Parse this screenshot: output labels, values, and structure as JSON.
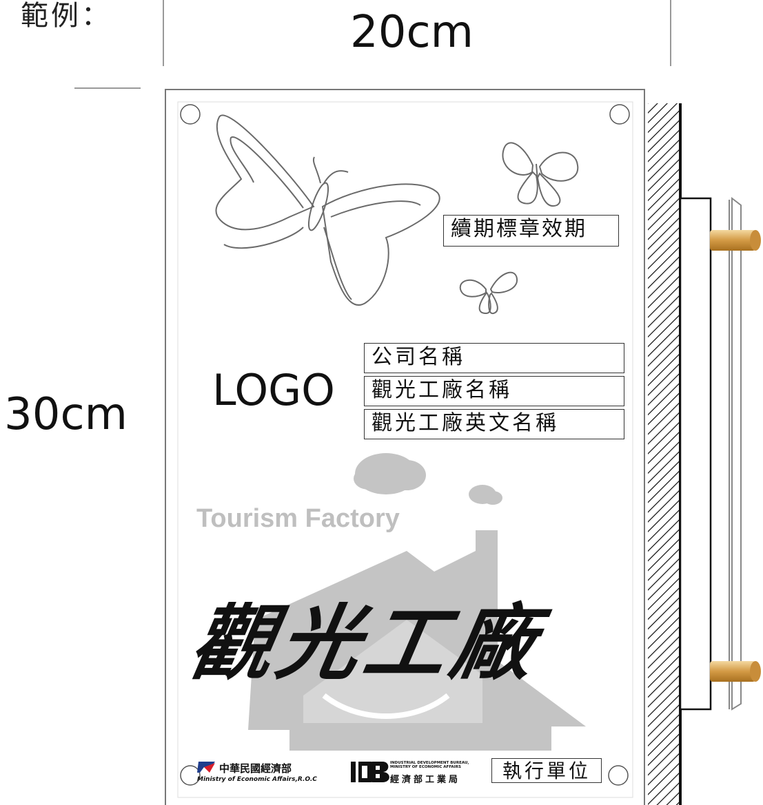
{
  "caption": "範例：",
  "dimensions": {
    "width": "20cm",
    "height": "30cm"
  },
  "plaque": {
    "validity_label": "續期標章效期",
    "logo_label": "LOGO",
    "name_labels": [
      "公司名稱",
      "觀光工廠名稱",
      "觀光工廠英文名稱"
    ],
    "tourism_factory_en": "Tourism Factory",
    "tourism_factory_cn": "觀光工廠",
    "footer": {
      "moea_cn": "中華民國經濟部",
      "moea_en": "Ministry of Economic Affairs,R.O.C",
      "idb_logo": "IDB",
      "idb_en": [
        "INDUSTRIAL DEVELOPMENT BUREAU,",
        "MINISTRY OF ECONOMIC AFFAIRS"
      ],
      "idb_cn": "經濟部工業局",
      "executor": "執行單位"
    }
  },
  "colors": {
    "line": "#111111",
    "watermark": "#bfbfbf",
    "brass": "#d8a24e",
    "moea_red": "#d81e2a",
    "moea_blue": "#1f3d8c"
  }
}
